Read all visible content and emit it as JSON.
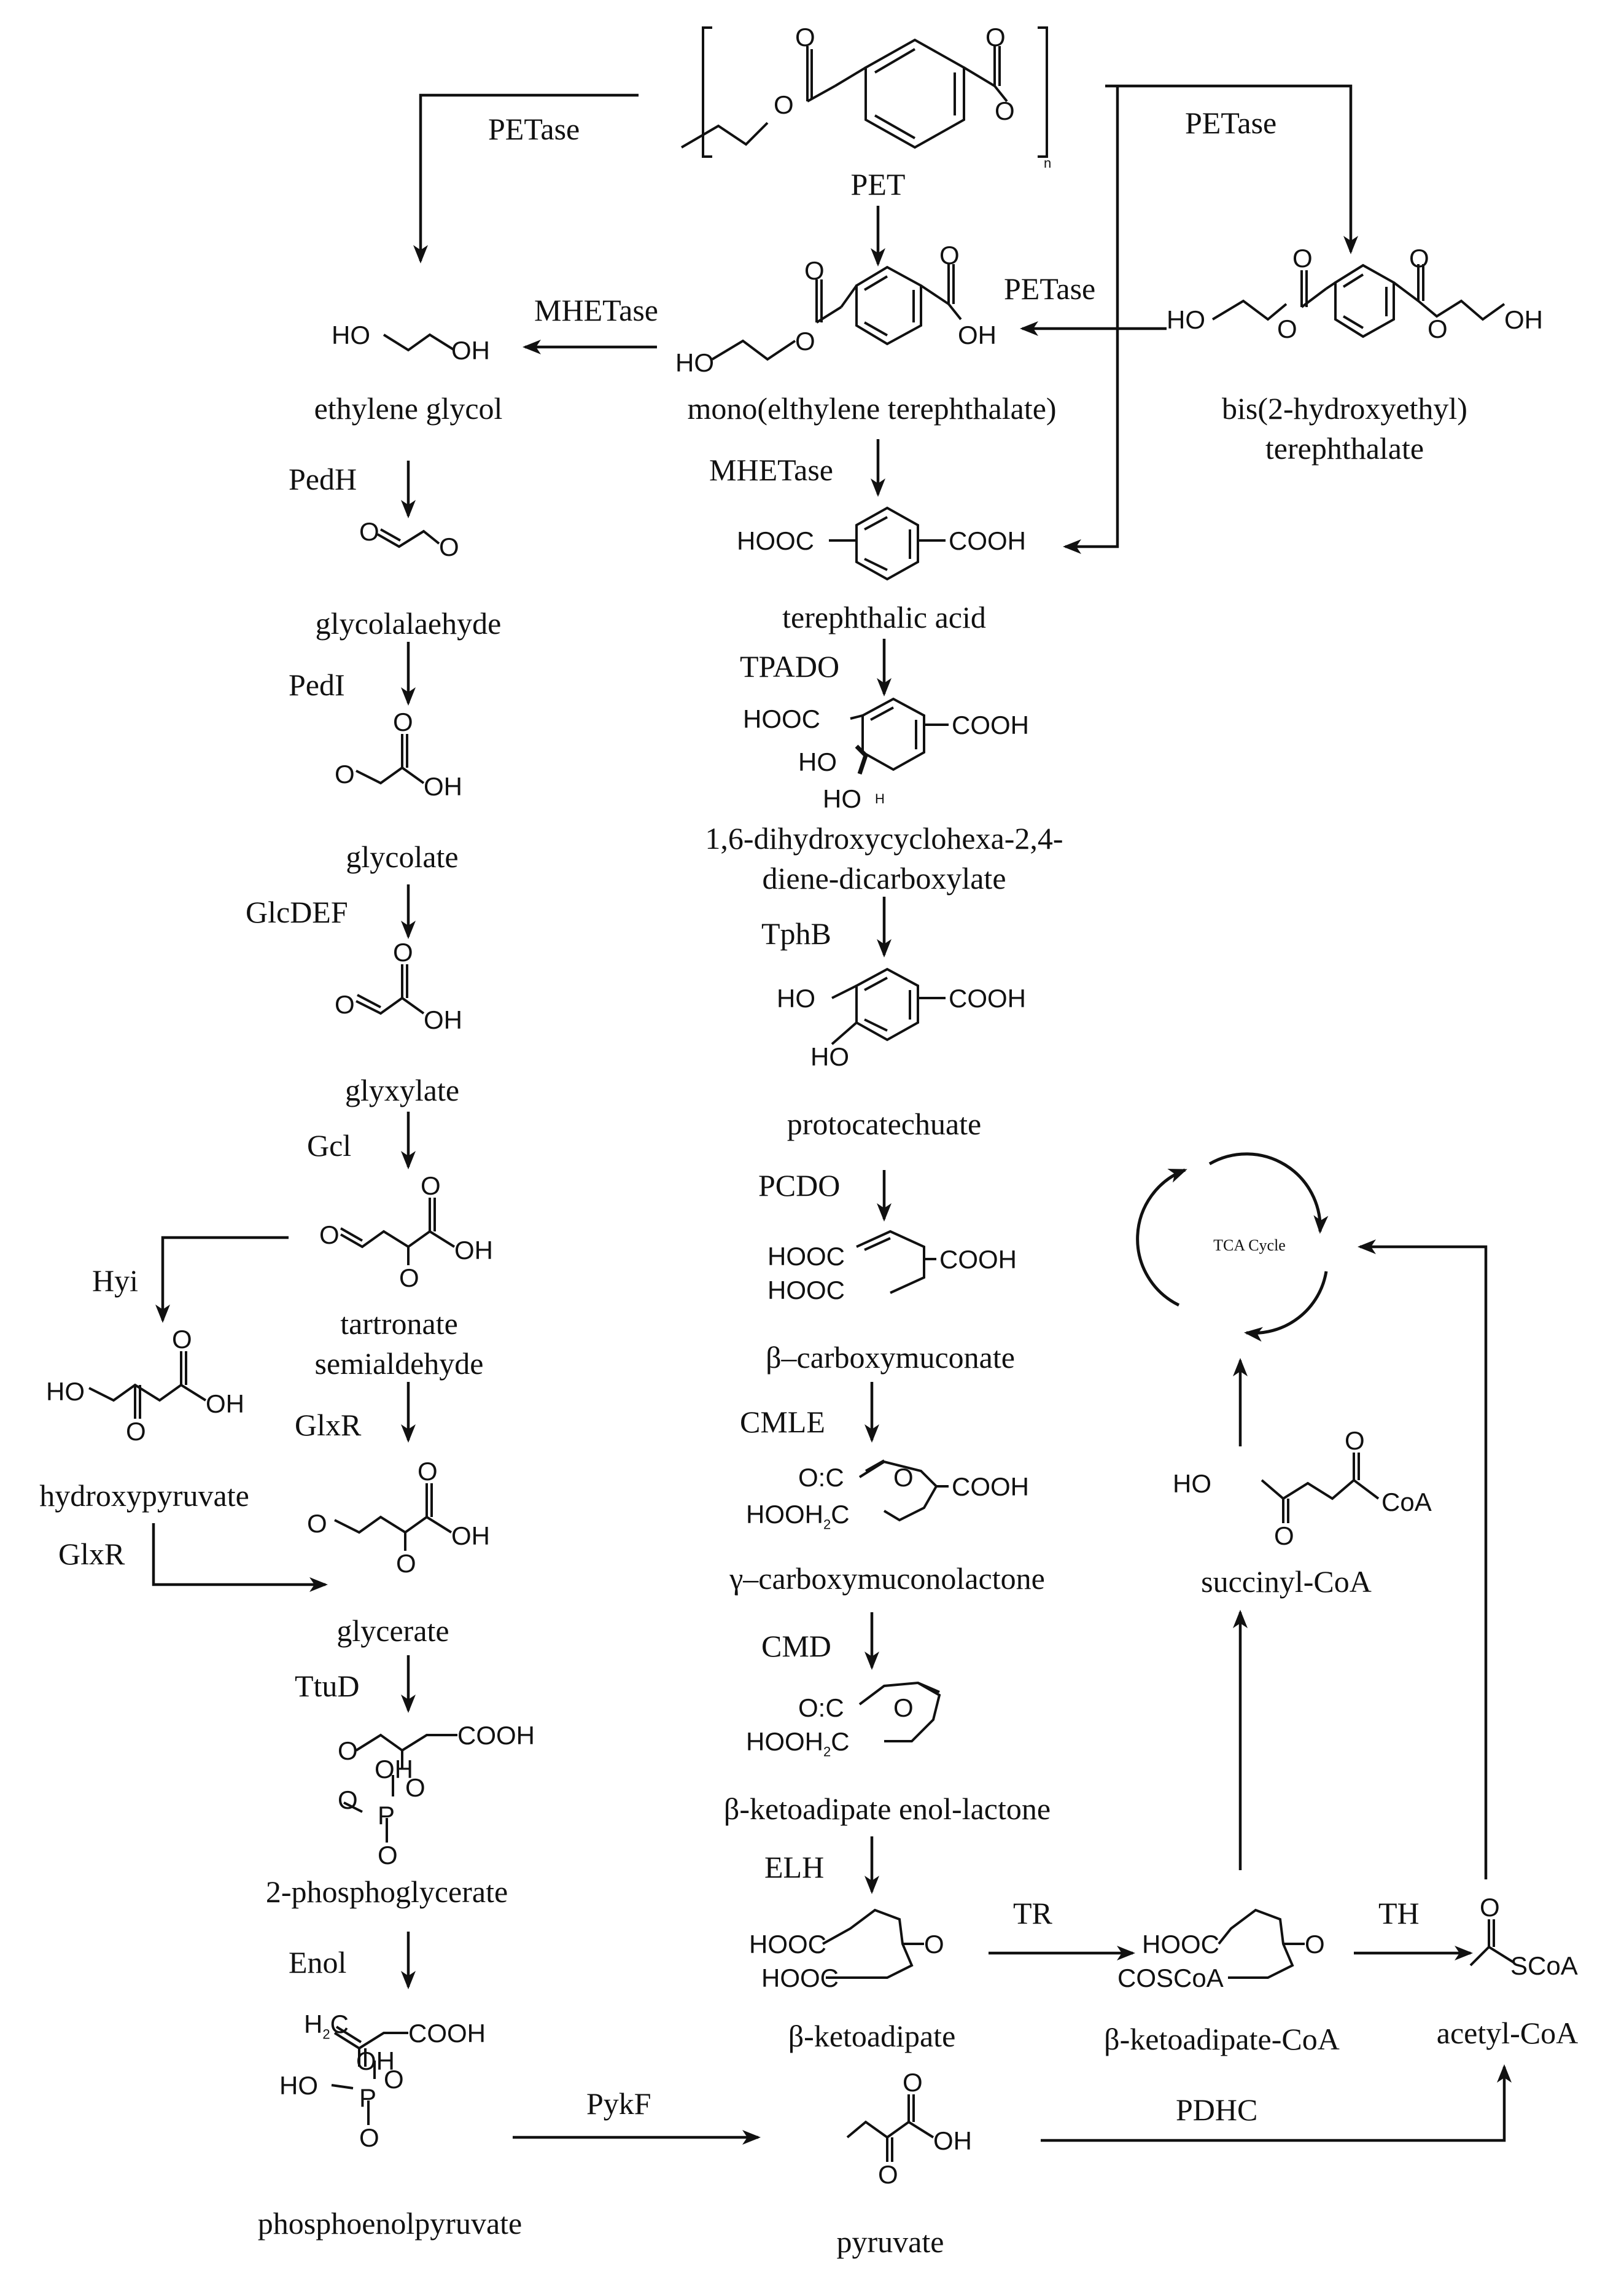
{
  "compounds": {
    "pet": "PET",
    "ethylene_glycol": "ethylene glycol",
    "mhet": "mono(elthylene terephthalate)",
    "bhet_1": "bis(2-hydroxyethyl)",
    "bhet_2": "terephthalate",
    "glycolaldehyde": "glycolalaehyde",
    "terephthalic_acid": "terephthalic acid",
    "dcd_1": "1,6-dihydroxycyclohexa-2,4-",
    "dcd_2": "diene-dicarboxylate",
    "glycolate": "glycolate",
    "glyoxylate": "glyxylate",
    "protocatechuate": "protocatechuate",
    "tartronate_1": "tartronate",
    "tartronate_2": "semialdehyde",
    "carboxymuconate": "β–carboxymuconate",
    "hydroxypyruvate": "hydroxypyruvate",
    "succinyl_coa": "succinyl-CoA",
    "carboxymuconolactone": "γ–carboxymuconolactone",
    "glycerate": "glycerate",
    "ketoadipate_enol_lactone": "β-ketoadipate enol-lactone",
    "phosphoglycerate": "2-phosphoglycerate",
    "ketoadipate": "β-ketoadipate",
    "ketoadipate_coa": "β-ketoadipate-CoA",
    "acetyl_coa": "acetyl-CoA",
    "pep": "phosphoenolpyruvate",
    "pyruvate": "pyruvate",
    "tca": "TCA Cycle"
  },
  "enzymes": {
    "petase_left": "PETase",
    "petase_right": "PETase",
    "petase_mid": "PETase",
    "mhetase_left": "MHETase",
    "mhetase_down": "MHETase",
    "pedh": "PedH",
    "pedi": "PedI",
    "tpado": "TPADO",
    "tphb": "TphB",
    "glcdef": "GlcDEF",
    "gcl": "Gcl",
    "pcdo": "PCDO",
    "hyi": "Hyi",
    "glxr_1": "GlxR",
    "glxr_2": "GlxR",
    "cmle": "CMLE",
    "cmd": "CMD",
    "ttud": "TtuD",
    "elh": "ELH",
    "tr": "TR",
    "th": "TH",
    "enol": "Enol",
    "pykf": "PykF",
    "pdhc": "PDHC"
  },
  "atoms": {
    "o": "O",
    "oh": "OH",
    "ho": "HO",
    "n": "n",
    "hooc": "HOOC",
    "cooh": "COOH",
    "h2c": "H",
    "h2c_rest": "C",
    "two": "2",
    "p": "P",
    "coa": "CoA",
    "scoa": "SCoA",
    "coscoa": "COSCoA",
    "oc": "O:C",
    "hooh2c": "HOOH",
    "hooh2c_rest": "C",
    "h": "H"
  }
}
